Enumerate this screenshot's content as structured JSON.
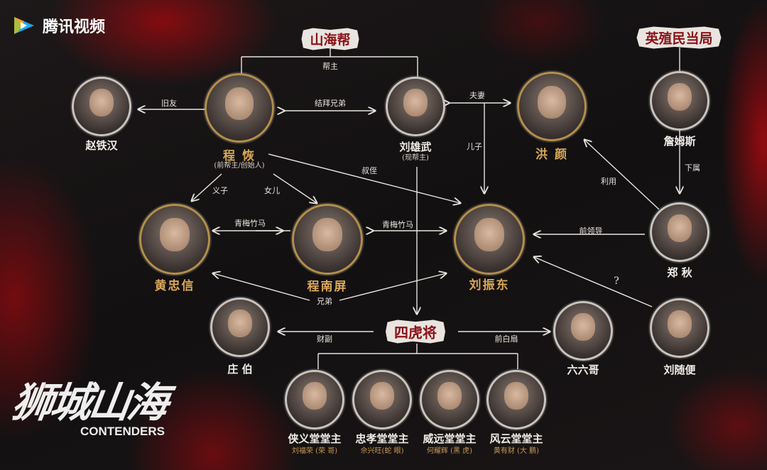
{
  "app": {
    "logo_text": "腾讯视频"
  },
  "show": {
    "title_cn": "狮城山海",
    "title_en": "CONTENDERS"
  },
  "groups": {
    "shanhai": "山海帮",
    "colonial": "英殖民当局",
    "tigers": "四虎将"
  },
  "characters": {
    "zhao": {
      "name": "赵铁汉"
    },
    "cheng": {
      "name": "程 恢",
      "note": "(前帮主/创始人)"
    },
    "liuxw": {
      "name": "刘雄武",
      "note": "(现帮主)"
    },
    "hong": {
      "name": "洪 颜"
    },
    "james": {
      "name": "詹姆斯"
    },
    "huang": {
      "name": "黄忠信"
    },
    "chengnp": {
      "name": "程南屏"
    },
    "liuzd": {
      "name": "刘振东"
    },
    "zheng": {
      "name": "郑 秋"
    },
    "zhuang": {
      "name": "庄 伯"
    },
    "liuliu": {
      "name": "六六哥"
    },
    "liusb": {
      "name": "刘随便"
    },
    "t1": {
      "title": "侠义堂堂主",
      "name": "刘福荣 (荣 哥)"
    },
    "t2": {
      "title": "忠孝堂堂主",
      "name": "佘兴旺(蛇 眼)"
    },
    "t3": {
      "title": "威远堂堂主",
      "name": "何耀辉 (黑 虎)"
    },
    "t4": {
      "title": "风云堂堂主",
      "name": "黄有财 (大 鹏)"
    }
  },
  "relations": {
    "bangzhu": "帮主",
    "jiuyou": "旧友",
    "jiebai": "结拜兄弟",
    "fuqi": "夫妻",
    "erzi": "儿子",
    "shuzhi": "叔侄",
    "yizi": "义子",
    "nver": "女儿",
    "qm1": "青梅竹马",
    "qm2": "青梅竹马",
    "xiongdi": "兄弟",
    "xiashu": "下属",
    "liyong": "利用",
    "qianlingdao": "前领导",
    "unknown": "?",
    "caifu": "财副",
    "qianbaishan": "前白扇"
  }
}
